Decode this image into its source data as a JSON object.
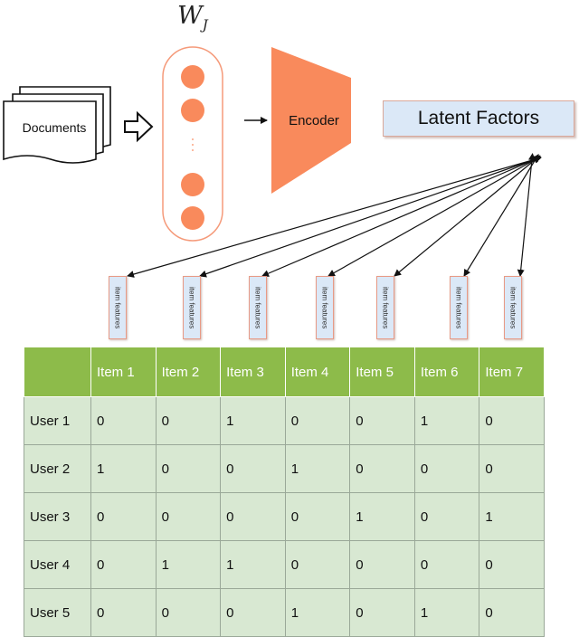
{
  "weight": {
    "symbol": "W",
    "subscript": "J"
  },
  "documents_label": "Documents",
  "encoder_label": "Encoder",
  "latent_factors_label": "Latent Factors",
  "item_feature_label": "item features",
  "colors": {
    "neuron": "#f98a5c",
    "encoder": "#f98a5c",
    "table_header": "#8dbb4a",
    "table_cell": "#d8e8d2",
    "box_fill": "#dbe8f7"
  },
  "matrix": {
    "columns": [
      "",
      "Item 1",
      "Item 2",
      "Item 3",
      "Item 4",
      "Item 5",
      "Item 6",
      "Item 7"
    ],
    "rows": [
      {
        "user": "User 1",
        "values": [
          "0",
          "0",
          "1",
          "0",
          "0",
          "1",
          "0"
        ]
      },
      {
        "user": "User 2",
        "values": [
          "1",
          "0",
          "0",
          "1",
          "0",
          "0",
          "0"
        ]
      },
      {
        "user": "User 3",
        "values": [
          "0",
          "0",
          "0",
          "0",
          "1",
          "0",
          "1"
        ]
      },
      {
        "user": "User 4",
        "values": [
          "0",
          "1",
          "1",
          "0",
          "0",
          "0",
          "0"
        ]
      },
      {
        "user": "User 5",
        "values": [
          "0",
          "0",
          "0",
          "1",
          "0",
          "1",
          "0"
        ]
      }
    ]
  }
}
